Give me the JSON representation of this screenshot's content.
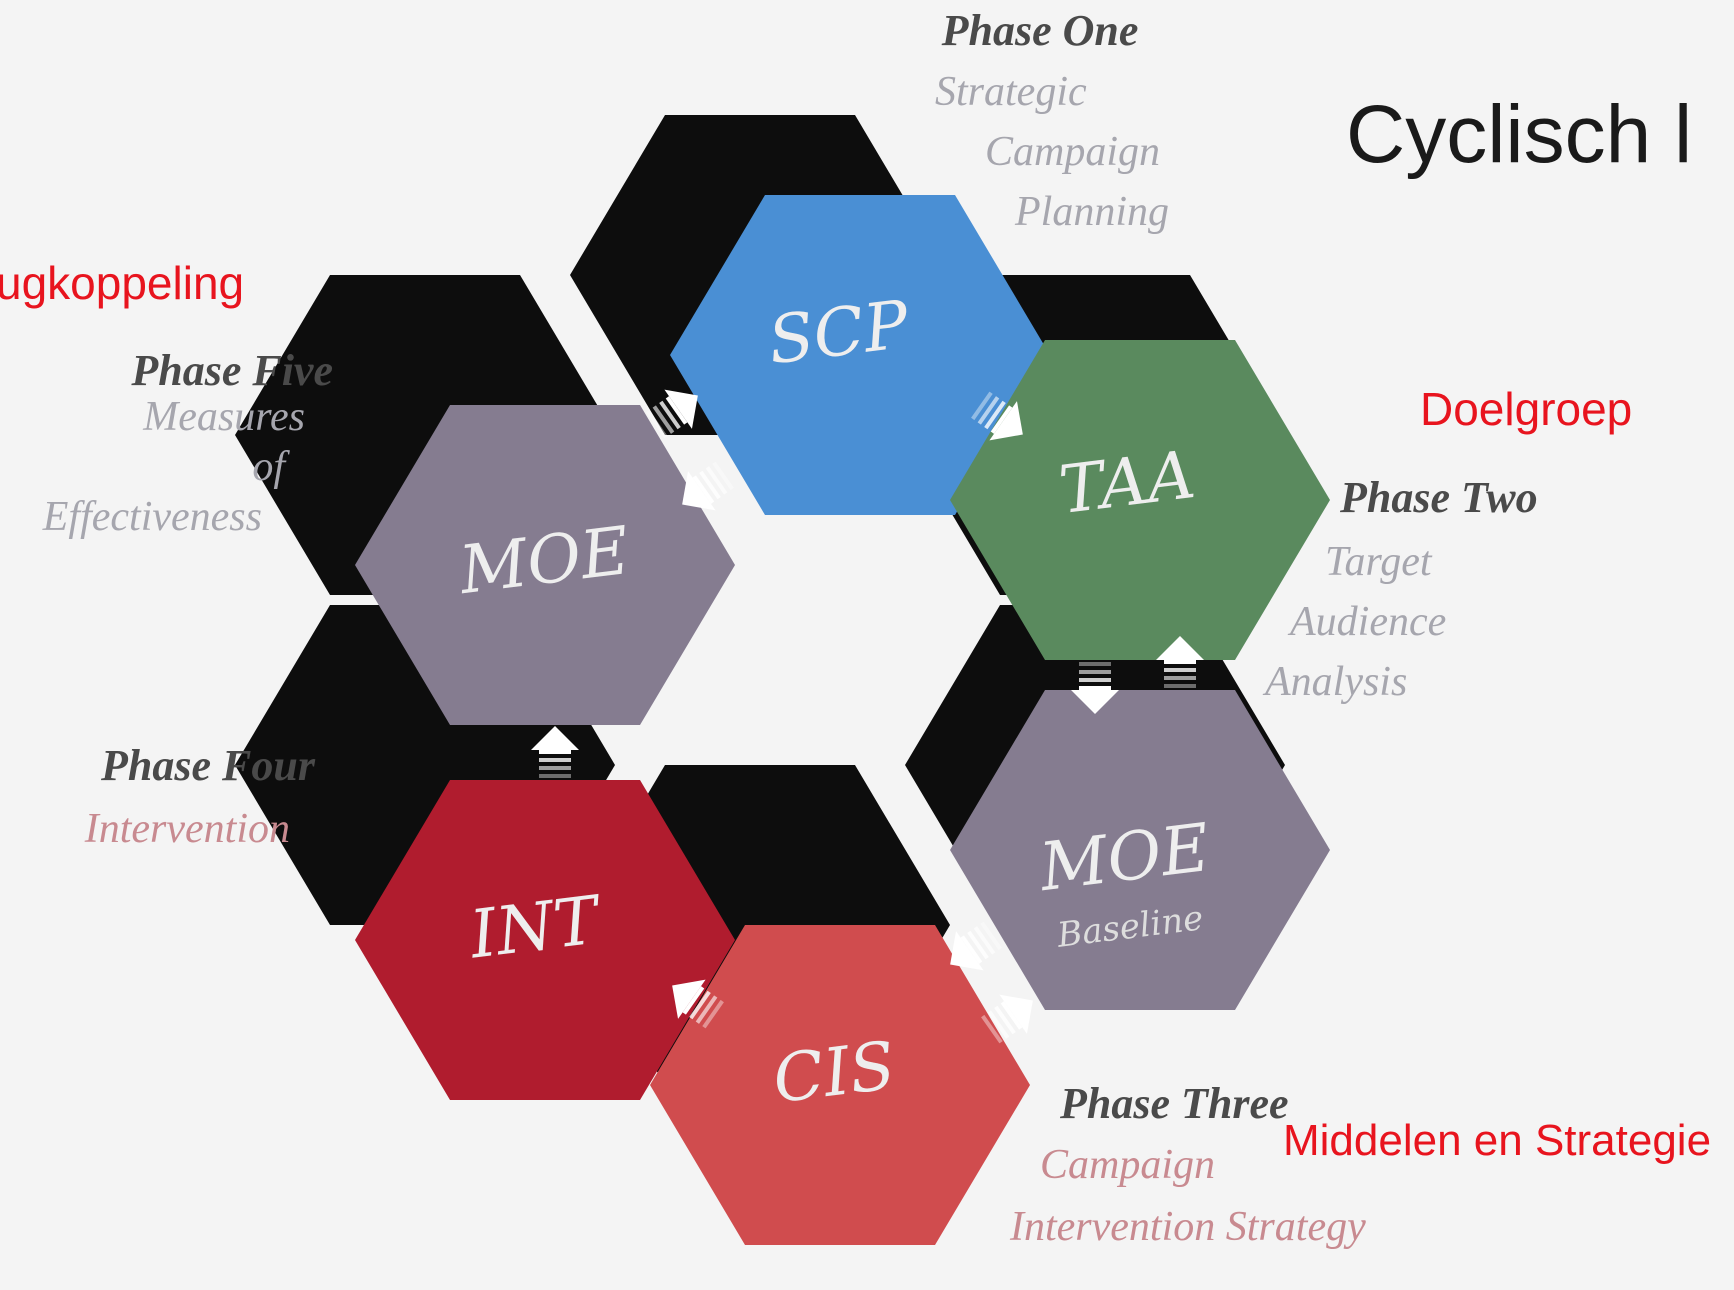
{
  "title": "Cyclisch l",
  "annotations": {
    "feedback": "ugkoppeling",
    "target_group": "Doelgroep",
    "means_strategy": "Middelen en Strategie"
  },
  "hexagons": [
    {
      "id": "scp",
      "label": "SCP",
      "sublabel": "",
      "color": "#4a8fd4"
    },
    {
      "id": "taa",
      "label": "TAA",
      "sublabel": "",
      "color": "#5a8a5e"
    },
    {
      "id": "moe-baseline",
      "label": "MOE",
      "sublabel": "Baseline",
      "color": "#857c90"
    },
    {
      "id": "cis",
      "label": "CIS",
      "sublabel": "",
      "color": "#d04c4e"
    },
    {
      "id": "int",
      "label": "INT",
      "sublabel": "",
      "color": "#b01c2e"
    },
    {
      "id": "moe",
      "label": "MOE",
      "sublabel": "",
      "color": "#857c90"
    }
  ],
  "phases": {
    "one": {
      "title": "Phase One",
      "lines": [
        "Strategic",
        "Campaign",
        "Planning"
      ]
    },
    "two": {
      "title": "Phase Two",
      "lines": [
        "Target",
        "Audience",
        "Analysis"
      ]
    },
    "three": {
      "title": "Phase Three",
      "lines": [
        "Campaign",
        "Intervention Strategy"
      ]
    },
    "four": {
      "title": "Phase Four",
      "lines": [
        "Intervention"
      ]
    },
    "five": {
      "title": "Phase Five",
      "lines": [
        "Measures",
        "of",
        "Effectiveness"
      ]
    }
  }
}
